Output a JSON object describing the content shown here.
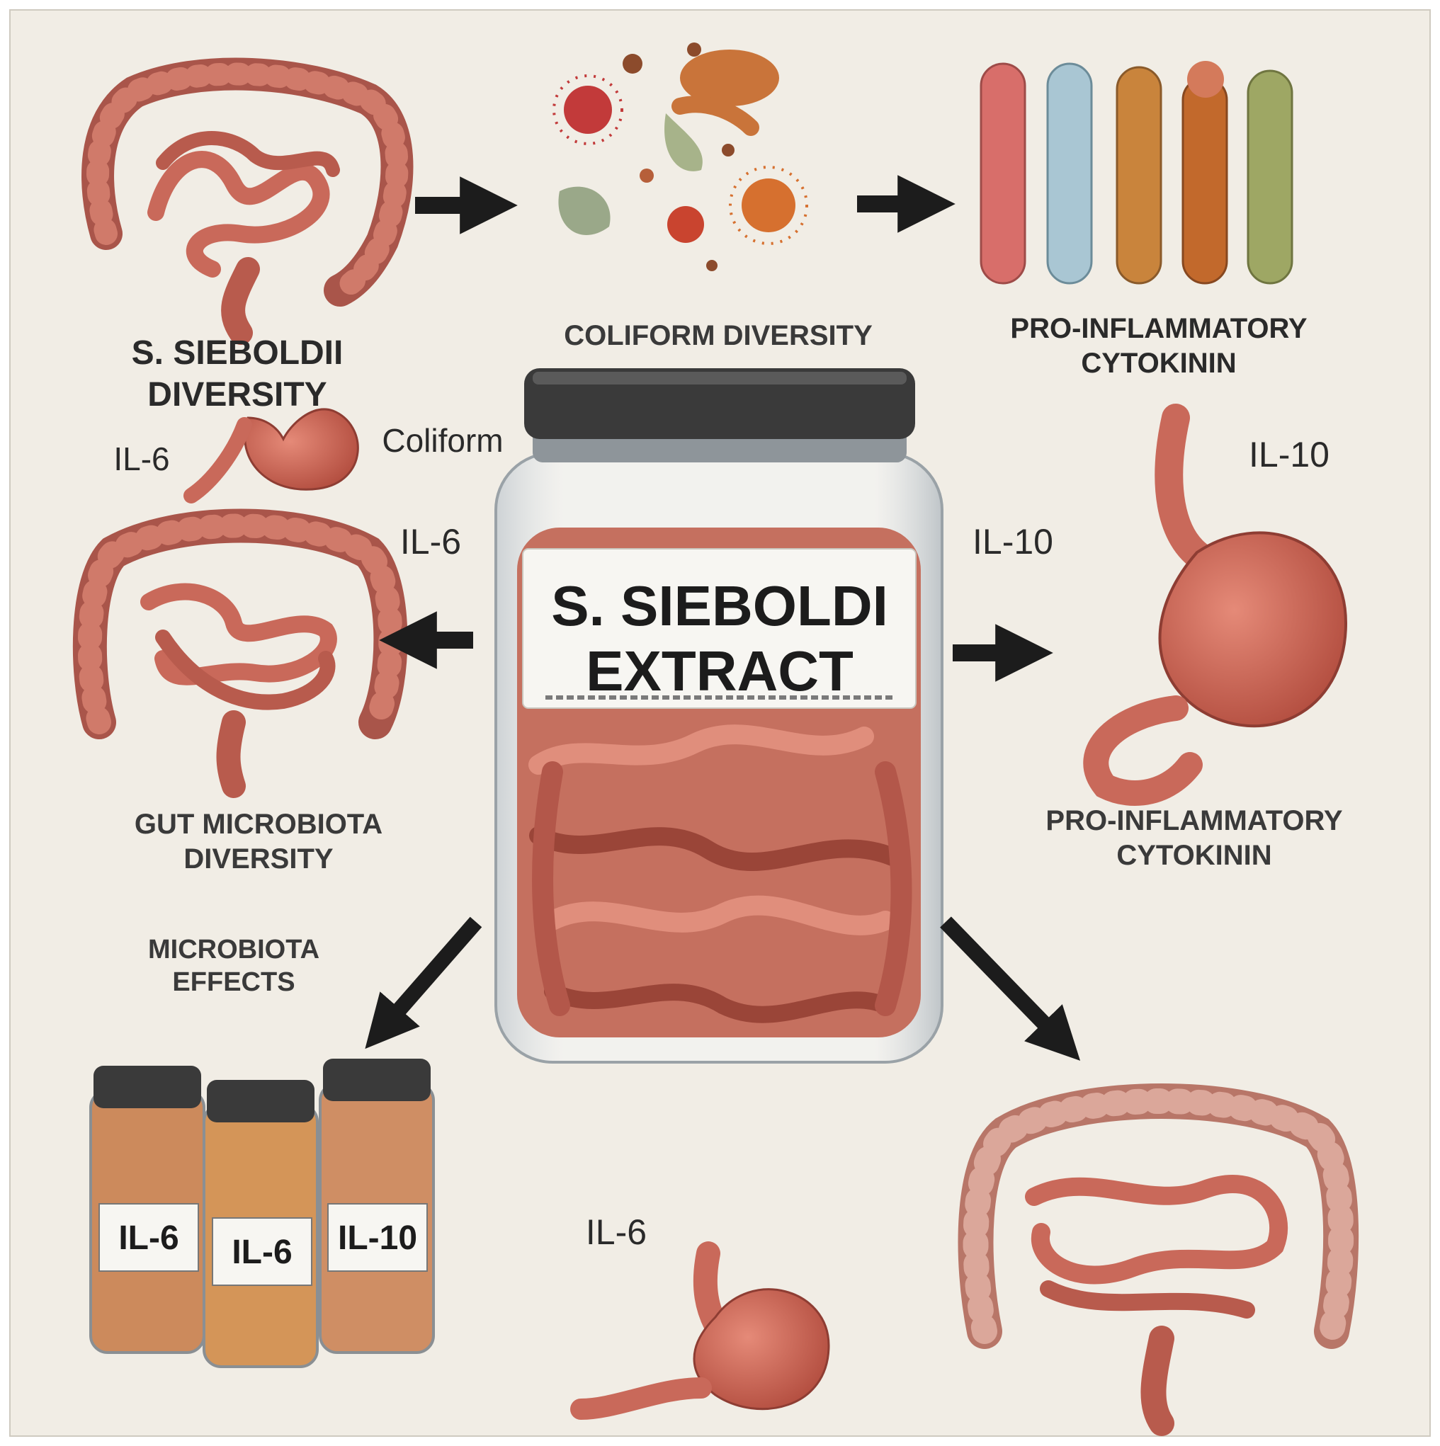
{
  "labels": {
    "s_sieboldi_diversity": [
      "S. SIEBOLDII",
      "DIVERSITY"
    ],
    "coliform_diversity": "COLIFORM DIVERSITY",
    "pro_inflammatory_top": [
      "PRO-INFLAMMATORY",
      "CYTOKININ"
    ],
    "coliform": "Coliform",
    "il6_left_top": "IL-6",
    "il6_left_mid": "IL-6",
    "il10_mid": "IL-10",
    "il10_right_top": "IL-10",
    "jar_label": [
      "S. SIEBOLDI",
      "EXTRACT"
    ],
    "gut_microbiota_diversity": [
      "GUT MICROBIOTA",
      "DIVERSITY"
    ],
    "pro_inflammatory_bottom": [
      "PRO-INFLAMMATORY",
      "CYTOKININ"
    ],
    "microbiota_effects": [
      "MICROBIOTA",
      "EFFECTS"
    ],
    "vial_labels": [
      "IL-6",
      "IL-6",
      "IL-10"
    ],
    "il6_bottom": "IL-6"
  },
  "colors": {
    "background": "#f1ede5",
    "tissue": "#c9695a",
    "tissue_dark": "#8e3d33",
    "arrow": "#1c1c1c",
    "jar_lid": "#3a3a3a",
    "glass": "#d8dde0"
  }
}
